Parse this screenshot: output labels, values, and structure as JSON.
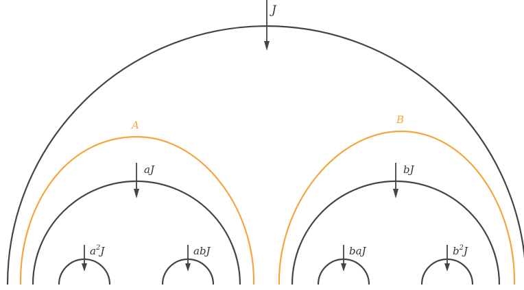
{
  "labels": {
    "J": "J",
    "A": "A",
    "B": "B",
    "aJ": "aJ",
    "bJ": "bJ",
    "a2J_base": "a",
    "a2J_sup": "2",
    "a2J_tail": "J",
    "abJ": "abJ",
    "baJ": "baJ",
    "b2J_base": "b",
    "b2J_sup": "2",
    "b2J_tail": "J"
  },
  "colors": {
    "line": "#444444",
    "highlight": "#f5a540"
  }
}
